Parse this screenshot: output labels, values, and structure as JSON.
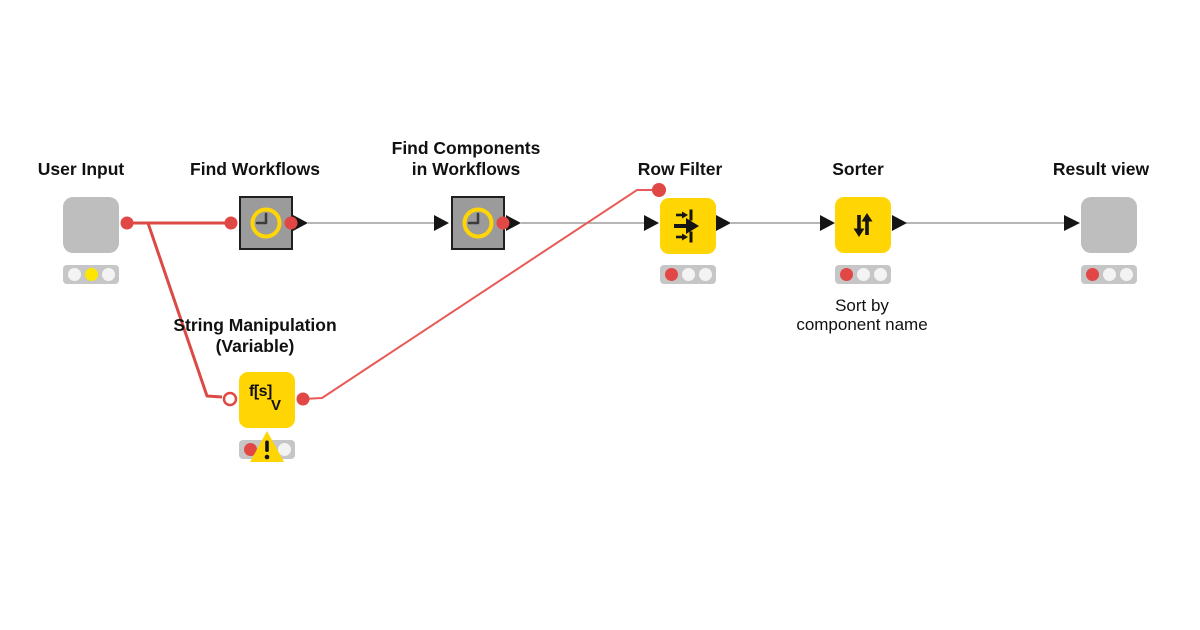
{
  "colors": {
    "background": "#ffffff",
    "node_yellow": "#ffd504",
    "component_gray": "#bebebe",
    "metanode_gray": "#9b9b9b",
    "metanode_border": "#1f1f1f",
    "port_red": "#e14744",
    "wire_red": "#dc4a45",
    "wire_red_light": "#e85a57",
    "wire_gray": "#9e9e9e",
    "triangle_black": "#151515",
    "status_red": "#e14744",
    "status_yellow": "#ffe600",
    "status_off": "#f3f3f3",
    "status_bg": "#c6c6c6",
    "clock_yellow": "#ffd504",
    "label_black": "#111111"
  },
  "nodes": {
    "user_input": {
      "label": "User Input",
      "status": [
        "off",
        "yellow",
        "off"
      ]
    },
    "find_workflows": {
      "label": "Find Workflows",
      "icon": "clock-icon"
    },
    "find_components": {
      "label": "Find Components\nin Workflows",
      "icon": "clock-icon"
    },
    "row_filter": {
      "label": "Row Filter",
      "icon": "row-filter-icon",
      "status": [
        "red",
        "off",
        "off"
      ]
    },
    "sorter": {
      "label": "Sorter",
      "icon": "sorter-icon",
      "status": [
        "red",
        "off",
        "off"
      ],
      "annotation": "Sort by\ncomponent name"
    },
    "result_view": {
      "label": "Result view",
      "status": [
        "red",
        "off",
        "off"
      ]
    },
    "string_manipulation": {
      "label": "String Manipulation\n(Variable)",
      "icon_text": "f[s]",
      "icon_sub": "V",
      "status": [
        "red",
        "warning",
        "off"
      ],
      "has_warning": true
    }
  }
}
